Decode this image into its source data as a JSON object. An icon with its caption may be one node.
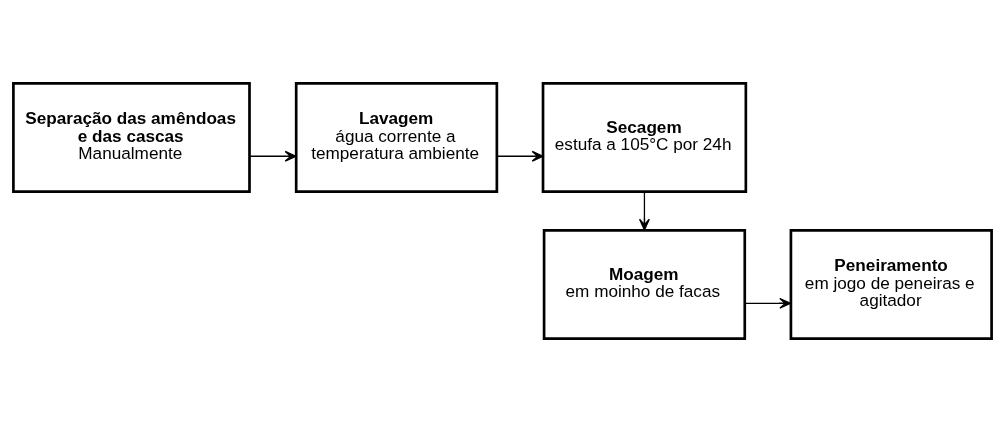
{
  "diagram": {
    "nodes": [
      {
        "text": [
          "Separação das amêndoas e das cascas",
          "Manualmente"
        ]
      },
      {
        "text": [
          "Lavagem",
          "água corrente a temperatura ambiente"
        ]
      },
      {
        "text": [
          "Secagem",
          "estufa a 105°C por 24h"
        ]
      },
      {
        "text": [
          "Moagem",
          "em moinho de facas"
        ]
      },
      {
        "text": [
          "Peneiramento",
          "em jogo de peneiras e agitador"
        ]
      }
    ],
    "edges": [
      {
        "from": 0,
        "to": 1,
        "arrow": "to"
      },
      {
        "from": 1,
        "to": 2,
        "arrow": "to"
      },
      {
        "from": 2,
        "to": 3,
        "arrow": "to"
      },
      {
        "from": 3,
        "to": 4,
        "arrow": "to"
      }
    ]
  }
}
